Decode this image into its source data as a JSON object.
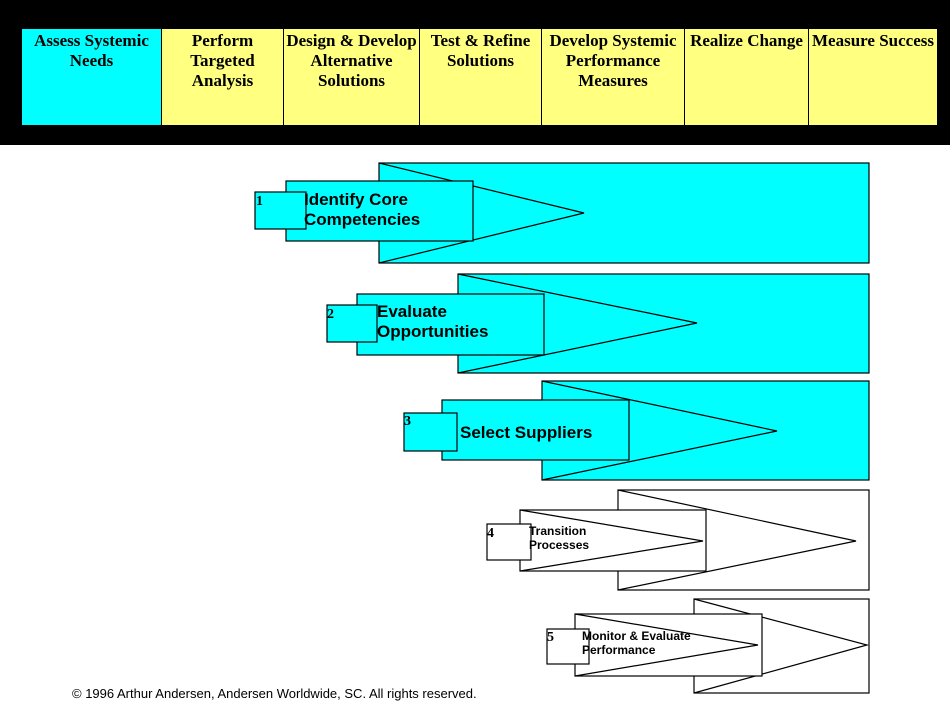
{
  "colors": {
    "accent_cyan": "#00ffff",
    "phase_yellow": "#ffff80",
    "frame_black": "#000000",
    "white": "#ffffff"
  },
  "phases": [
    {
      "label": [
        "Assess Systemic",
        "Needs"
      ],
      "active": true
    },
    {
      "label": [
        "Perform",
        "Targeted",
        "Analysis"
      ],
      "active": false
    },
    {
      "label": [
        "Design & Develop",
        "Alternative",
        "Solutions"
      ],
      "active": false
    },
    {
      "label": [
        "Test & Refine",
        "Solutions"
      ],
      "active": false
    },
    {
      "label": [
        "Develop Systemic",
        "Performance",
        "Measures"
      ],
      "active": false
    },
    {
      "label": [
        "Realize Change"
      ],
      "active": false
    },
    {
      "label": [
        "Measure Success"
      ],
      "active": false
    }
  ],
  "stages": [
    {
      "number": "1",
      "label": [
        "Identify Core",
        "Competencies"
      ],
      "highlighted": true
    },
    {
      "number": "2",
      "label": [
        "Evaluate",
        "Opportunities"
      ],
      "highlighted": true
    },
    {
      "number": "3",
      "label": [
        "Select Suppliers"
      ],
      "highlighted": true
    },
    {
      "number": "4",
      "label": [
        "Transition",
        "Processes"
      ],
      "highlighted": false
    },
    {
      "number": "5",
      "label": [
        "Monitor & Evaluate",
        "Performance"
      ],
      "highlighted": false
    }
  ],
  "footer": {
    "copyright": "© 1996 Arthur Andersen, Andersen Worldwide, SC. All rights reserved."
  }
}
